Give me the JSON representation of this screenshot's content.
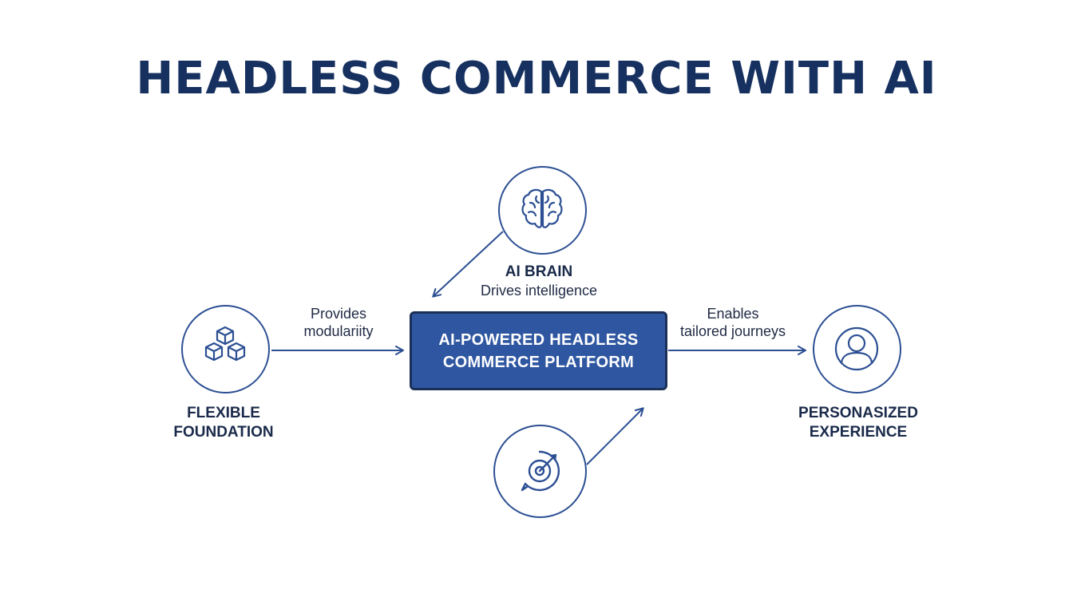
{
  "title": "HEADLESS COMMERCE WITH AI",
  "platform": {
    "line1": "AI-POWERED HEADLESS",
    "line2": "COMMERCE PLATFORM"
  },
  "nodes": {
    "ai_brain": {
      "icon": "brain-icon",
      "title": "AI BRAIN",
      "subtitle": "Drives intelligence"
    },
    "foundation": {
      "icon": "cubes-icon",
      "title_line1": "FLEXIBLE",
      "title_line2": "FOUNDATION"
    },
    "experience": {
      "icon": "user-icon",
      "title_line1": "PERSONASIZED",
      "title_line2": "EXPERIENCE"
    },
    "target": {
      "icon": "target-icon"
    }
  },
  "edges": {
    "foundation_to_platform": {
      "line1": "Provides",
      "line2": "modulariity"
    },
    "platform_to_experience": {
      "line1": "Enables",
      "line2": "tailored journeys"
    }
  },
  "colors": {
    "title": "#16305f",
    "accent": "#2c4f93",
    "platform_fill": "#2f57a1",
    "platform_border": "#1b2f57"
  }
}
